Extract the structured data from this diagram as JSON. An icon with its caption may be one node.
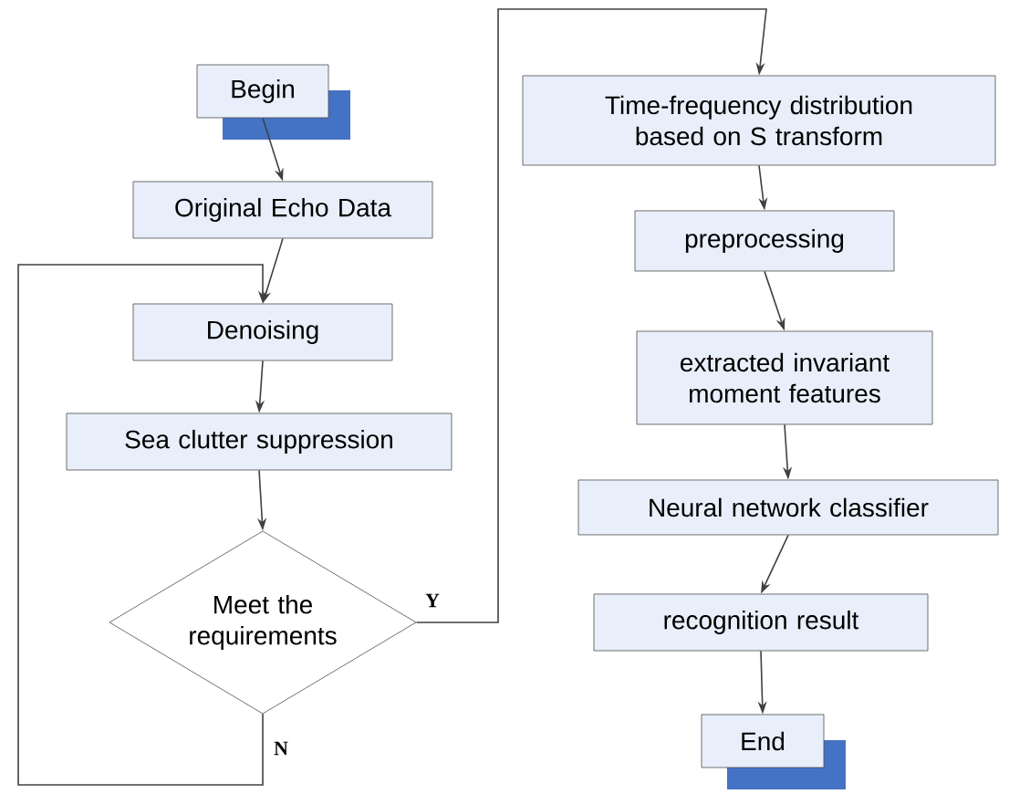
{
  "diagram": {
    "nodes": [
      {
        "text": [
          "Begin"
        ]
      },
      {
        "text": [
          "Original Echo Data"
        ]
      },
      {
        "text": [
          "Denoising"
        ]
      },
      {
        "text": [
          "Sea clutter suppression"
        ]
      },
      {
        "text": [
          "Meet the requirements"
        ]
      },
      {
        "text": [
          "Time-frequency distribution based on S transform"
        ]
      },
      {
        "text": [
          "preprocessing"
        ]
      },
      {
        "text": [
          "extracted invariant moment features"
        ]
      },
      {
        "text": [
          "Neural network classifier"
        ]
      },
      {
        "text": [
          "recognition result"
        ]
      },
      {
        "text": [
          "End"
        ]
      }
    ],
    "edges": [
      {
        "from": 0,
        "to": 1,
        "arrow": "to"
      },
      {
        "from": 1,
        "to": 2,
        "arrow": "to"
      },
      {
        "from": 2,
        "to": 3,
        "arrow": "to"
      },
      {
        "from": 3,
        "to": 4,
        "arrow": "to"
      },
      {
        "from": 4,
        "to": 5,
        "arrow": "to",
        "label": "Y"
      },
      {
        "from": 4,
        "to": 2,
        "arrow": "to",
        "label": "N"
      },
      {
        "from": 5,
        "to": 6,
        "arrow": "to"
      },
      {
        "from": 6,
        "to": 7,
        "arrow": "to"
      },
      {
        "from": 7,
        "to": 8,
        "arrow": "to"
      },
      {
        "from": 8,
        "to": 9,
        "arrow": "to"
      },
      {
        "from": 9,
        "to": 10,
        "arrow": "to"
      }
    ]
  }
}
